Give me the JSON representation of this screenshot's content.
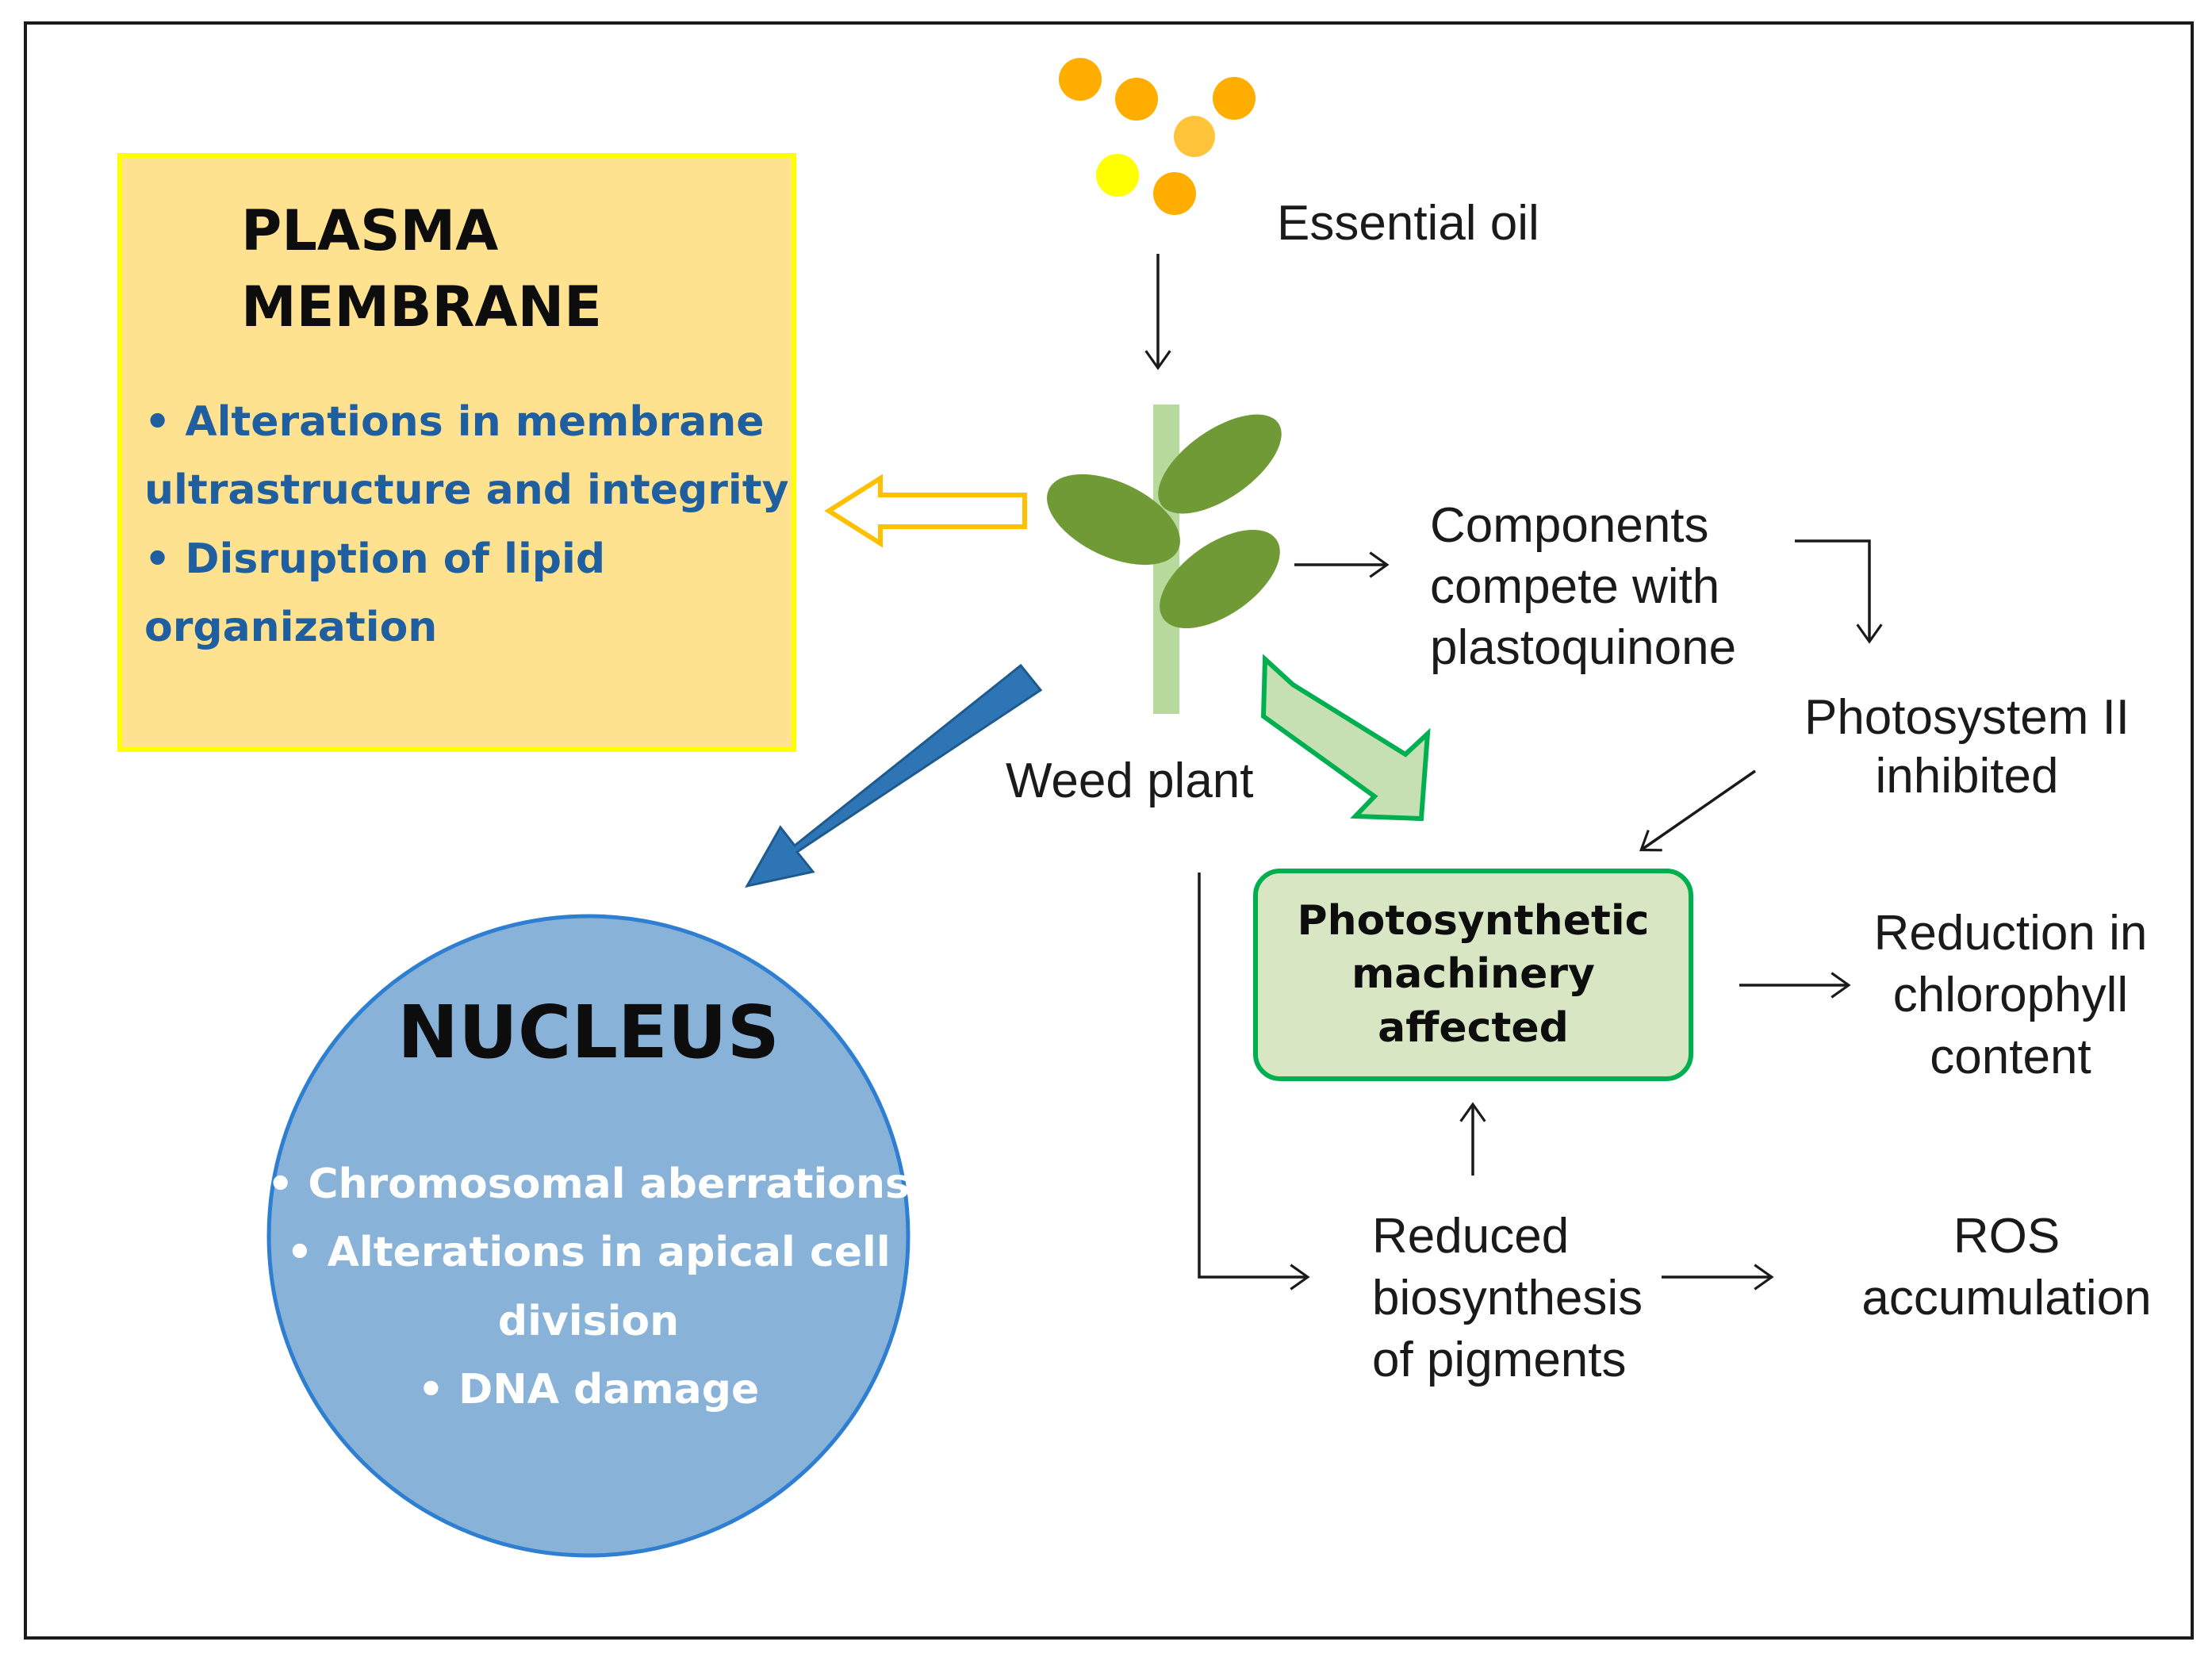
{
  "colors": {
    "plasma_fill": "#ffe28f",
    "plasma_border": "#ffff00",
    "plasma_text": "#1f5fa0",
    "nucleus_fill": "#89b2d9",
    "nucleus_border": "#2e7fd1",
    "nucleus_arrow": "#2e75b6",
    "photo_fill": "#d8e6c4",
    "photo_border": "#00b050",
    "leaf": "#6f9a35",
    "stem": "#b7d99b",
    "oil_dark": "#ffae00",
    "oil_light": "#ffff00"
  },
  "icons": {
    "oil_drops": "oil-droplets-icon",
    "plant": "weed-plant-icon"
  },
  "plasma_membrane": {
    "title": "PLASMA MEMBRANE",
    "items": [
      "• Alterations in membrane ultrastructure and integrity",
      "• Disruption of lipid organization"
    ]
  },
  "nucleus": {
    "title": "NUCLEUS",
    "items": [
      "• Chromosomal aberrations",
      "• Alterations in apical cell division",
      "• DNA damage"
    ]
  },
  "labels": {
    "essential_oil": "Essential oil",
    "weed_plant": "Weed plant",
    "components": "Components\ncompete   with\nplastoquinone",
    "photosystem": "Photosystem II\ninhibited",
    "photosynthetic": "Photosynthetic\nmachinery\naffected",
    "chlorophyll": "Reduction in\nchlorophyll\ncontent",
    "pigments": "Reduced\nbiosynthesis\nof pigments",
    "ros": "ROS\naccumulation"
  }
}
